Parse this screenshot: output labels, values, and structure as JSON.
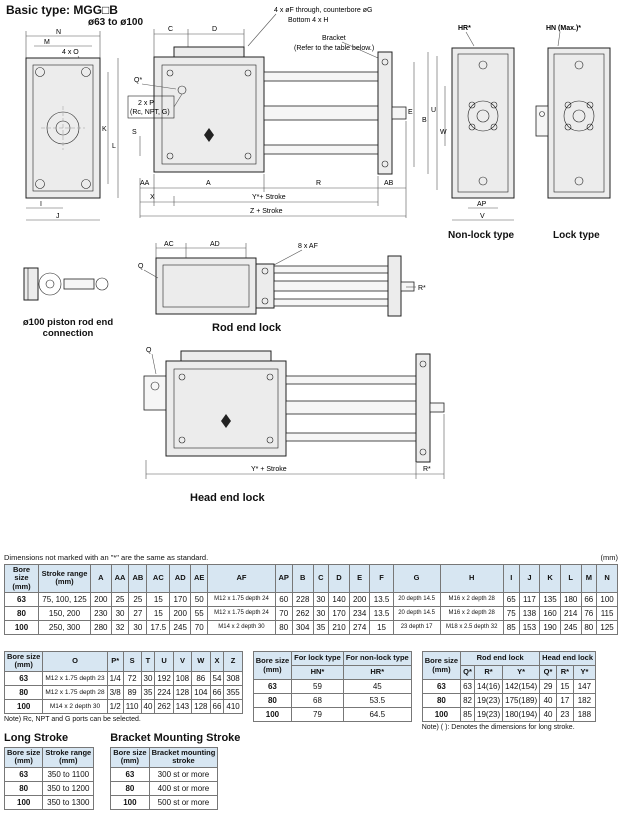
{
  "page": {
    "title": "Basic type: MGG□B",
    "subtitle": "ø63 to ø100"
  },
  "drawings": {
    "front_view": {
      "n": "N",
      "m": "M",
      "o": "4 x O",
      "k": "K",
      "l": "L",
      "i": "I",
      "j": "J"
    },
    "side_view": {
      "c": "C",
      "d": "D",
      "f_note": "4 x øF through, counterbore øG",
      "h_note": "Bottom 4 x H",
      "bracket_note": "Bracket",
      "bracket_ref": "(Refer to the table below.)",
      "q": "Q*",
      "p": "2 x P",
      "p_ports": "(Rc, NPT, G)",
      "s": "S",
      "e": "E",
      "b": "B",
      "aa": "AA",
      "x": "X",
      "a": "A",
      "r": "R",
      "ab": "AB",
      "y_stroke": "Y*+ Stroke",
      "z_stroke": "Z + Stroke"
    },
    "end_views": {
      "hr": "HR*",
      "hn": "HN (Max.)*",
      "u": "U",
      "w": "W",
      "ap": "AP",
      "v": "V",
      "caption_nonlock": "Non-lock type",
      "caption_lock": "Lock type"
    },
    "rod_end_lock": {
      "ac": "AC",
      "ad": "AD",
      "af": "8 x AF",
      "q": "Q",
      "r": "R*",
      "caption": "Rod end lock"
    },
    "piston_rod": {
      "caption1": "ø100 piston rod end",
      "caption2": "connection"
    },
    "head_end_lock": {
      "q": "Q",
      "y_stroke": "Y* + Stroke",
      "r": "R*",
      "caption": "Head end lock"
    }
  },
  "notes": {
    "dim_note": "Dimensions not marked with an \"*\" are the same as standard.",
    "unit": "(mm)"
  },
  "tables": {
    "main": {
      "headers": [
        "Bore size\n(mm)",
        "Stroke range\n(mm)",
        "A",
        "AA",
        "AB",
        "AC",
        "AD",
        "AE",
        "AF",
        "AP",
        "B",
        "C",
        "D",
        "E",
        "F",
        "G",
        "H",
        "I",
        "J",
        "K",
        "L",
        "M",
        "N"
      ],
      "rows": [
        [
          "63",
          "75, 100, 125",
          "200",
          "25",
          "25",
          "15",
          "170",
          "50",
          "M12 x 1.75 depth 24",
          "60",
          "228",
          "30",
          "140",
          "200",
          "13.5",
          "20 depth 14.5",
          "M16 x 2 depth 28",
          "65",
          "117",
          "135",
          "180",
          "66",
          "100"
        ],
        [
          "80",
          "150, 200",
          "230",
          "30",
          "27",
          "15",
          "200",
          "55",
          "M12 x 1.75 depth 24",
          "70",
          "262",
          "30",
          "170",
          "234",
          "13.5",
          "20 depth 14.5",
          "M16 x 2 depth 28",
          "75",
          "138",
          "160",
          "214",
          "76",
          "115"
        ],
        [
          "100",
          "250, 300",
          "280",
          "32",
          "30",
          "17.5",
          "245",
          "70",
          "M14 x 2 depth 30",
          "80",
          "304",
          "35",
          "210",
          "274",
          "15",
          "23 depth 17",
          "M18 x 2.5 depth 32",
          "85",
          "153",
          "190",
          "245",
          "80",
          "125"
        ]
      ]
    },
    "t2": {
      "headers": [
        "Bore size\n(mm)",
        "O",
        "P*",
        "S",
        "T",
        "U",
        "V",
        "W",
        "X",
        "Z"
      ],
      "rows": [
        [
          "63",
          "M12 x 1.75 depth 23",
          "1/4",
          "72",
          "30",
          "192",
          "108",
          "86",
          "54",
          "308"
        ],
        [
          "80",
          "M12 x 1.75 depth 28",
          "3/8",
          "89",
          "35",
          "224",
          "128",
          "104",
          "66",
          "355"
        ],
        [
          "100",
          "M14 x 2 depth 30",
          "1/2",
          "110",
          "40",
          "262",
          "143",
          "128",
          "66",
          "410"
        ]
      ],
      "note": "Note) Rc, NPT and G ports can be selected."
    },
    "t3": {
      "col1": "Bore size\n(mm)",
      "group_lock": "For lock type",
      "group_nonlock": "For non-lock type",
      "sub_lock": "HN*",
      "sub_nonlock": "HR*",
      "rows": [
        [
          "63",
          "59",
          "45"
        ],
        [
          "80",
          "68",
          "53.5"
        ],
        [
          "100",
          "79",
          "64.5"
        ]
      ]
    },
    "t4": {
      "col1": "Bore size\n(mm)",
      "group_rod": "Rod end lock",
      "group_head": "Head end lock",
      "subs": [
        "Q*",
        "R*",
        "Y*",
        "Q*",
        "R*",
        "Y*"
      ],
      "rows": [
        [
          "63",
          "63",
          "14(16)",
          "142(154)",
          "29",
          "15",
          "147"
        ],
        [
          "80",
          "82",
          "19(23)",
          "175(189)",
          "40",
          "17",
          "182"
        ],
        [
          "100",
          "85",
          "19(23)",
          "180(194)",
          "40",
          "23",
          "188"
        ]
      ],
      "note": "Note) ( ): Denotes the dimensions for long stroke."
    },
    "long_stroke": {
      "title": "Long Stroke",
      "headers": [
        "Bore size\n(mm)",
        "Stroke range\n(mm)"
      ],
      "rows": [
        [
          "63",
          "350 to 1100"
        ],
        [
          "80",
          "350 to 1200"
        ],
        [
          "100",
          "350 to 1300"
        ]
      ]
    },
    "bracket": {
      "title": "Bracket Mounting Stroke",
      "headers": [
        "Bore size\n(mm)",
        "Bracket mounting\nstroke"
      ],
      "rows": [
        [
          "63",
          "300 st or more"
        ],
        [
          "80",
          "400 st or more"
        ],
        [
          "100",
          "500 st or more"
        ]
      ]
    }
  }
}
